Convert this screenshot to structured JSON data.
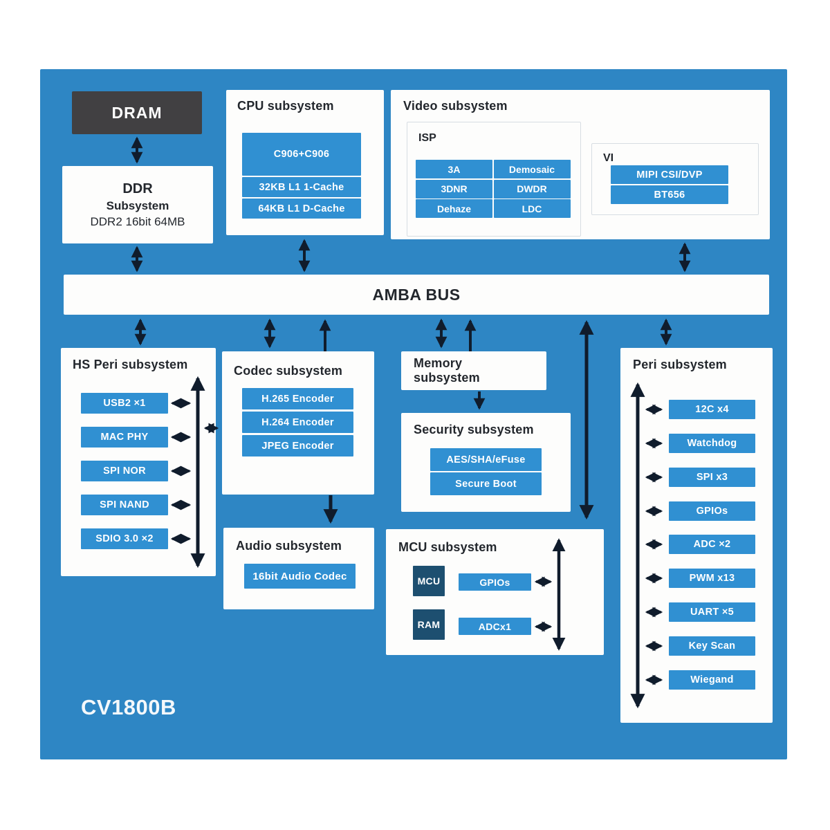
{
  "chip_label": "CV1800B",
  "bus": {
    "label": "AMBA BUS"
  },
  "dram": {
    "label": "DRAM"
  },
  "ddr": {
    "line1": "DDR",
    "line2": "Subsystem",
    "line3": "DDR2 16bit 64MB"
  },
  "cpu": {
    "title": "CPU subsystem",
    "core": "C906+C906",
    "cache1": "32KB L1 1-Cache",
    "cache2": "64KB L1 D-Cache"
  },
  "video": {
    "title": "Video subsystem",
    "isp": {
      "title": "ISP",
      "cells": [
        "3A",
        "Demosaic",
        "3DNR",
        "DWDR",
        "Dehaze",
        "LDC"
      ]
    },
    "vi": {
      "title": "VI",
      "items": [
        "MIPI CSI/DVP",
        "BT656"
      ]
    }
  },
  "hs_peri": {
    "title": "HS Peri subsystem",
    "items": [
      "USB2 ×1",
      "MAC PHY",
      "SPI NOR",
      "SPI NAND",
      "SDIO 3.0 ×2"
    ]
  },
  "codec": {
    "title": "Codec subsystem",
    "items": [
      "H.265 Encoder",
      "H.264 Encoder",
      "JPEG Encoder"
    ]
  },
  "audio": {
    "title": "Audio subsystem",
    "item": "16bit Audio Codec"
  },
  "memory": {
    "title": "Memory subsystem"
  },
  "security": {
    "title": "Security subsystem",
    "items": [
      "AES/SHA/eFuse",
      "Secure Boot"
    ]
  },
  "mcu": {
    "title": "MCU subsystem",
    "blocks": [
      "MCU",
      "RAM"
    ],
    "items": [
      "GPIOs",
      "ADCx1"
    ]
  },
  "peri": {
    "title": "Peri subsystem",
    "items": [
      "12C x4",
      "Watchdog",
      "SPI x3",
      "GPIOs",
      "ADC ×2",
      "PWM x13",
      "UART ×5",
      "Key Scan",
      "Wiegand"
    ]
  },
  "colors": {
    "board_blue": "#2e86c4",
    "chip_blue": "#3090d2",
    "dark_navy_chip": "#1d4f70",
    "dram_gray": "#414042",
    "arrow": "#101c2c",
    "panel_white": "#fdfdfc"
  }
}
